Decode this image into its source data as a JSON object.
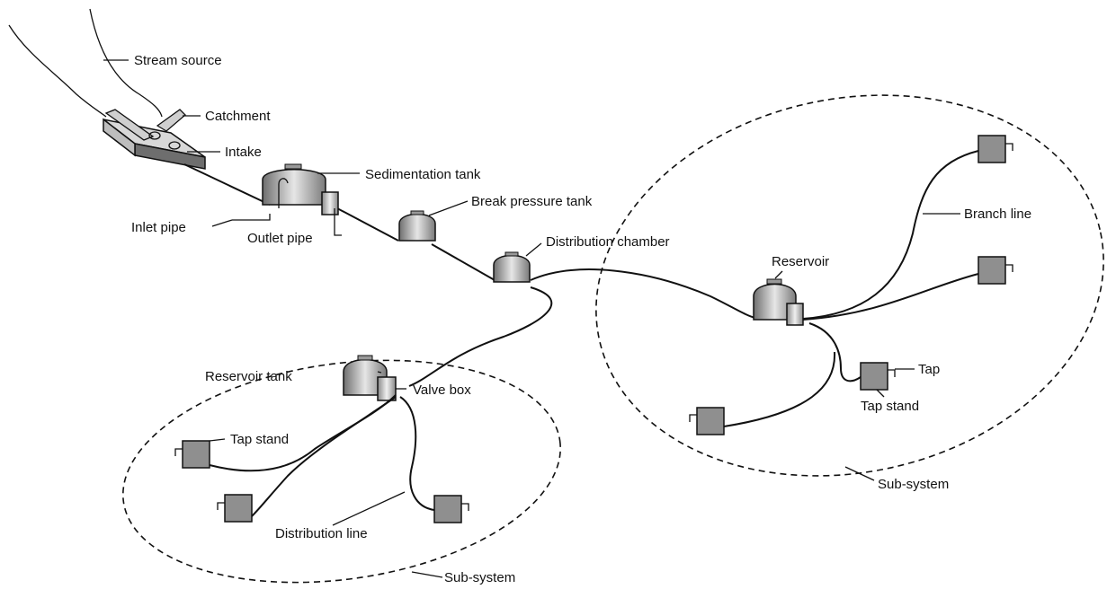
{
  "labels": {
    "stream_source": "Stream source",
    "catchment": "Catchment",
    "intake": "Intake",
    "sedimentation_tank": "Sedimentation tank",
    "inlet_pipe": "Inlet pipe",
    "outlet_pipe": "Outlet pipe",
    "break_pressure_tank": "Break pressure tank",
    "distribution_chamber": "Distribution chamber",
    "reservoir": "Reservoir",
    "branch_line": "Branch line",
    "tap": "Tap",
    "tap_stand_right": "Tap stand",
    "sub_system_right": "Sub-system",
    "reservoir_tank": "Reservoir tank",
    "valve_box": "Valve box",
    "tap_stand_left": "Tap stand",
    "distribution_line": "Distribution line",
    "sub_system_left": "Sub-system"
  },
  "colors": {
    "tank_dark": "#6e6e6e",
    "tank_light": "#e6e6e6",
    "tap_box": "#8f8f8f",
    "line": "#111111"
  }
}
